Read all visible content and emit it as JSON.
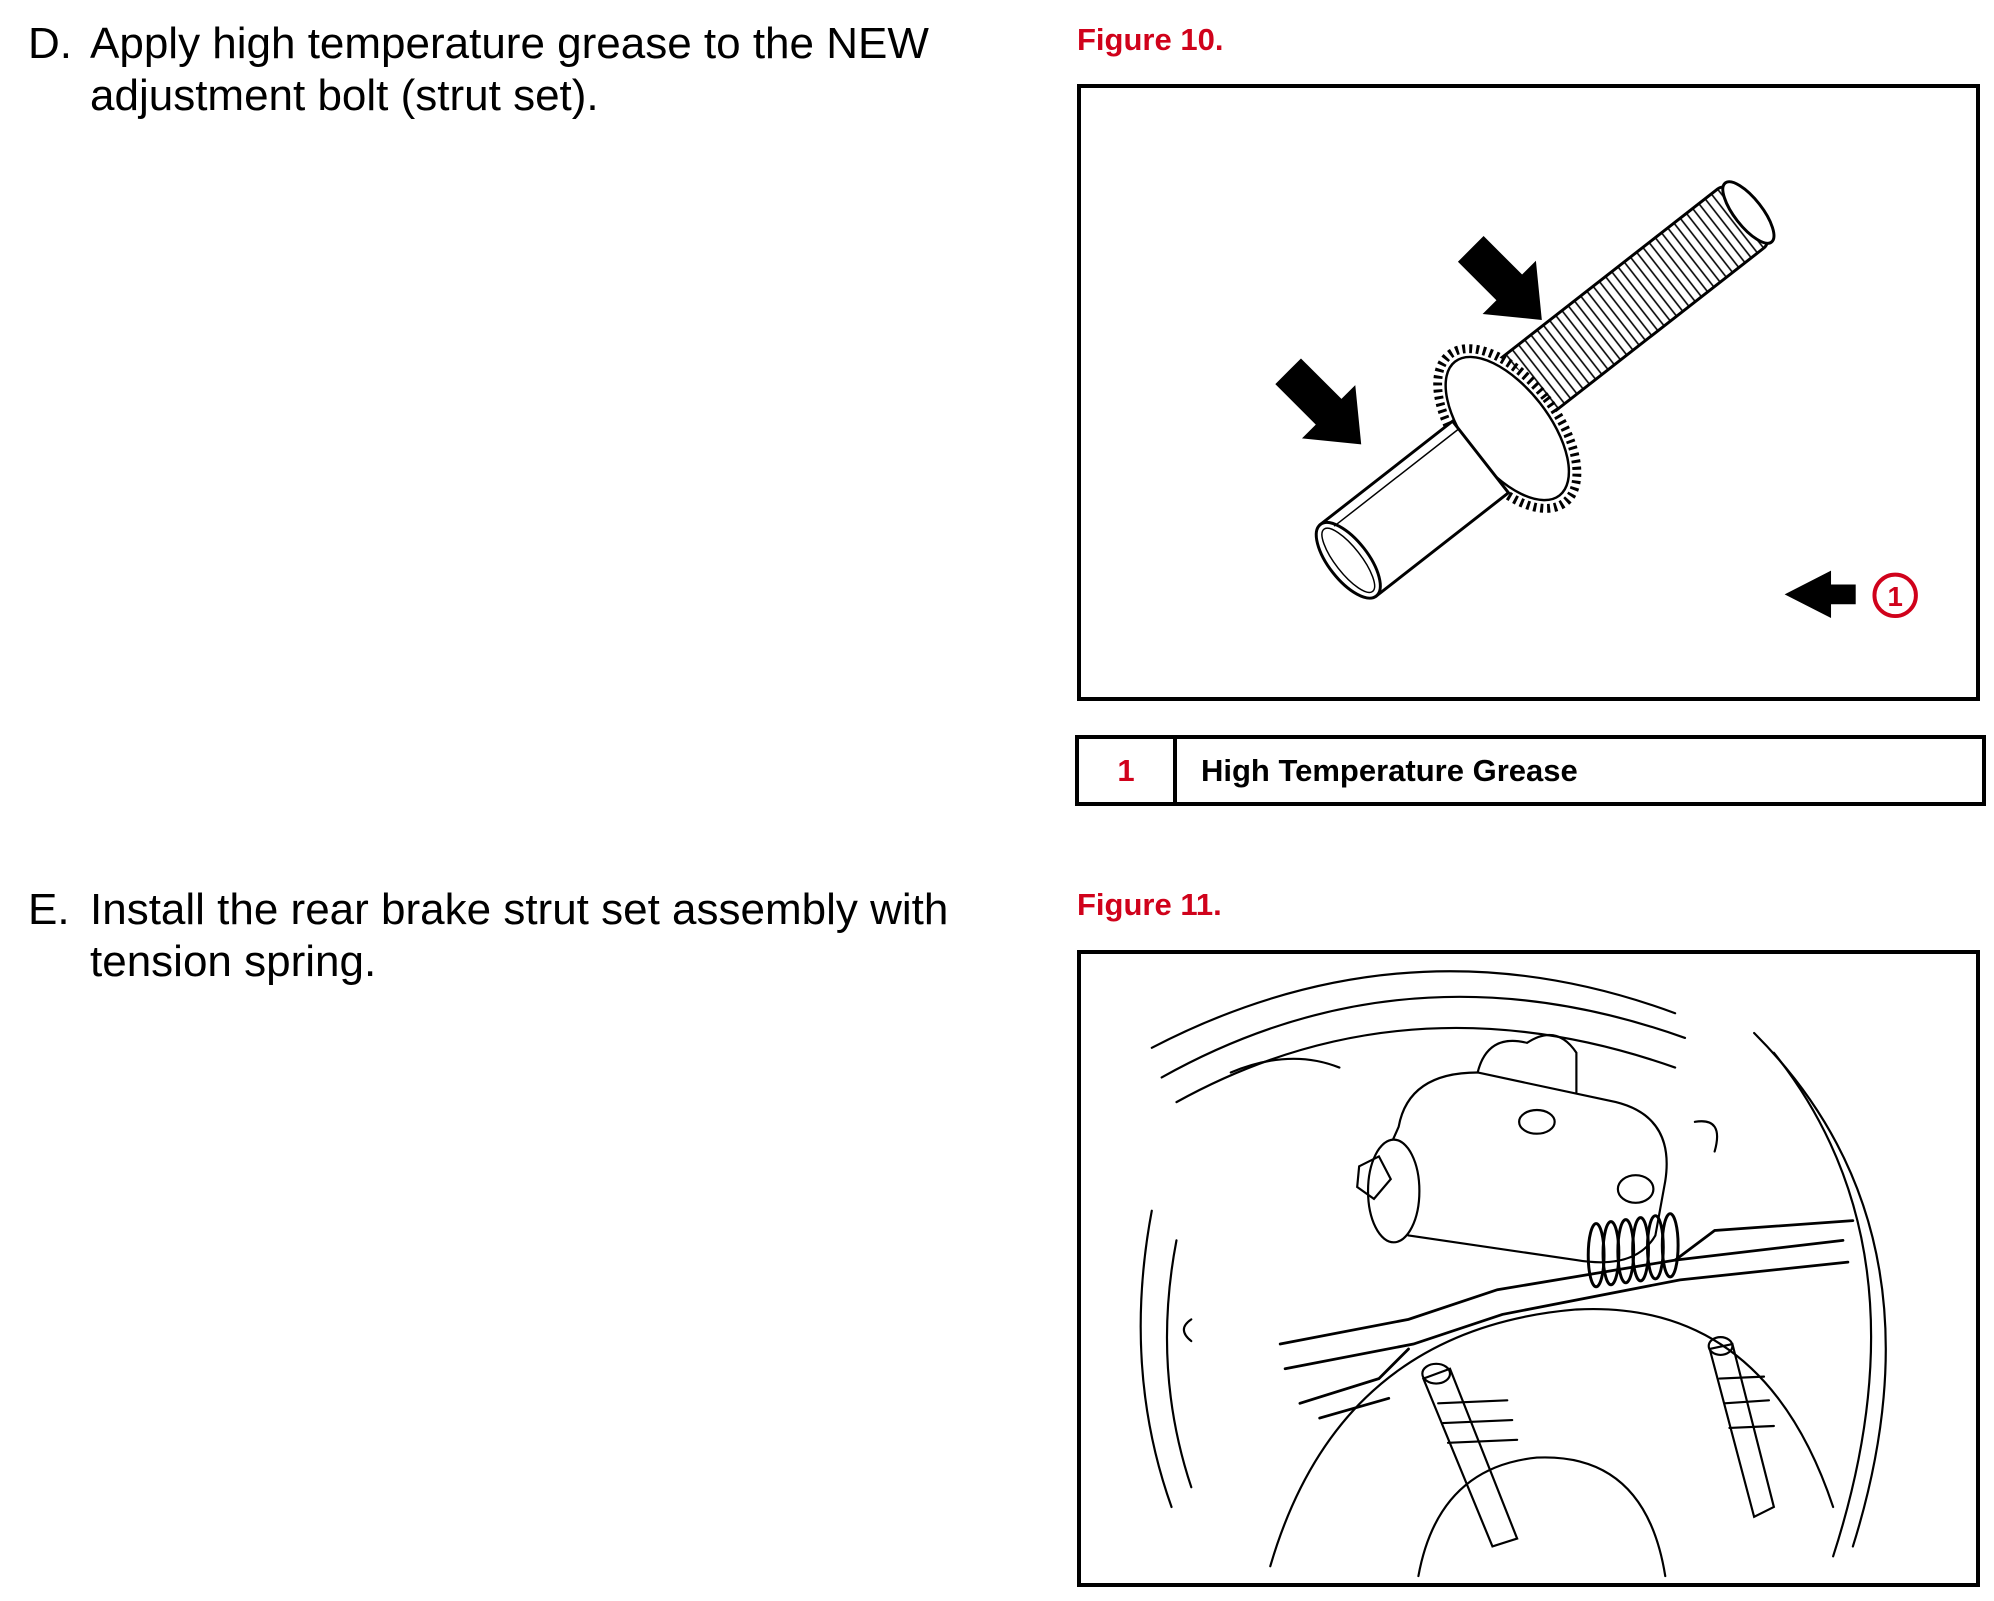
{
  "steps": [
    {
      "letter": "D.",
      "text": "Apply high temperature grease to the NEW adjustment bolt (strut set)."
    },
    {
      "letter": "E.",
      "text": "Install the rear brake strut set assembly with tension spring."
    }
  ],
  "figures": [
    {
      "title": "Figure 10.",
      "callout_number": "1"
    },
    {
      "title": "Figure 11."
    }
  ],
  "legend": [
    {
      "number": "1",
      "label": "High Temperature Grease"
    }
  ],
  "colors": {
    "accent_red": "#d0021b",
    "line": "#000000"
  },
  "icons": [
    "arrow-left-icon",
    "arrow-down-right-icon",
    "callout-circle-icon"
  ]
}
